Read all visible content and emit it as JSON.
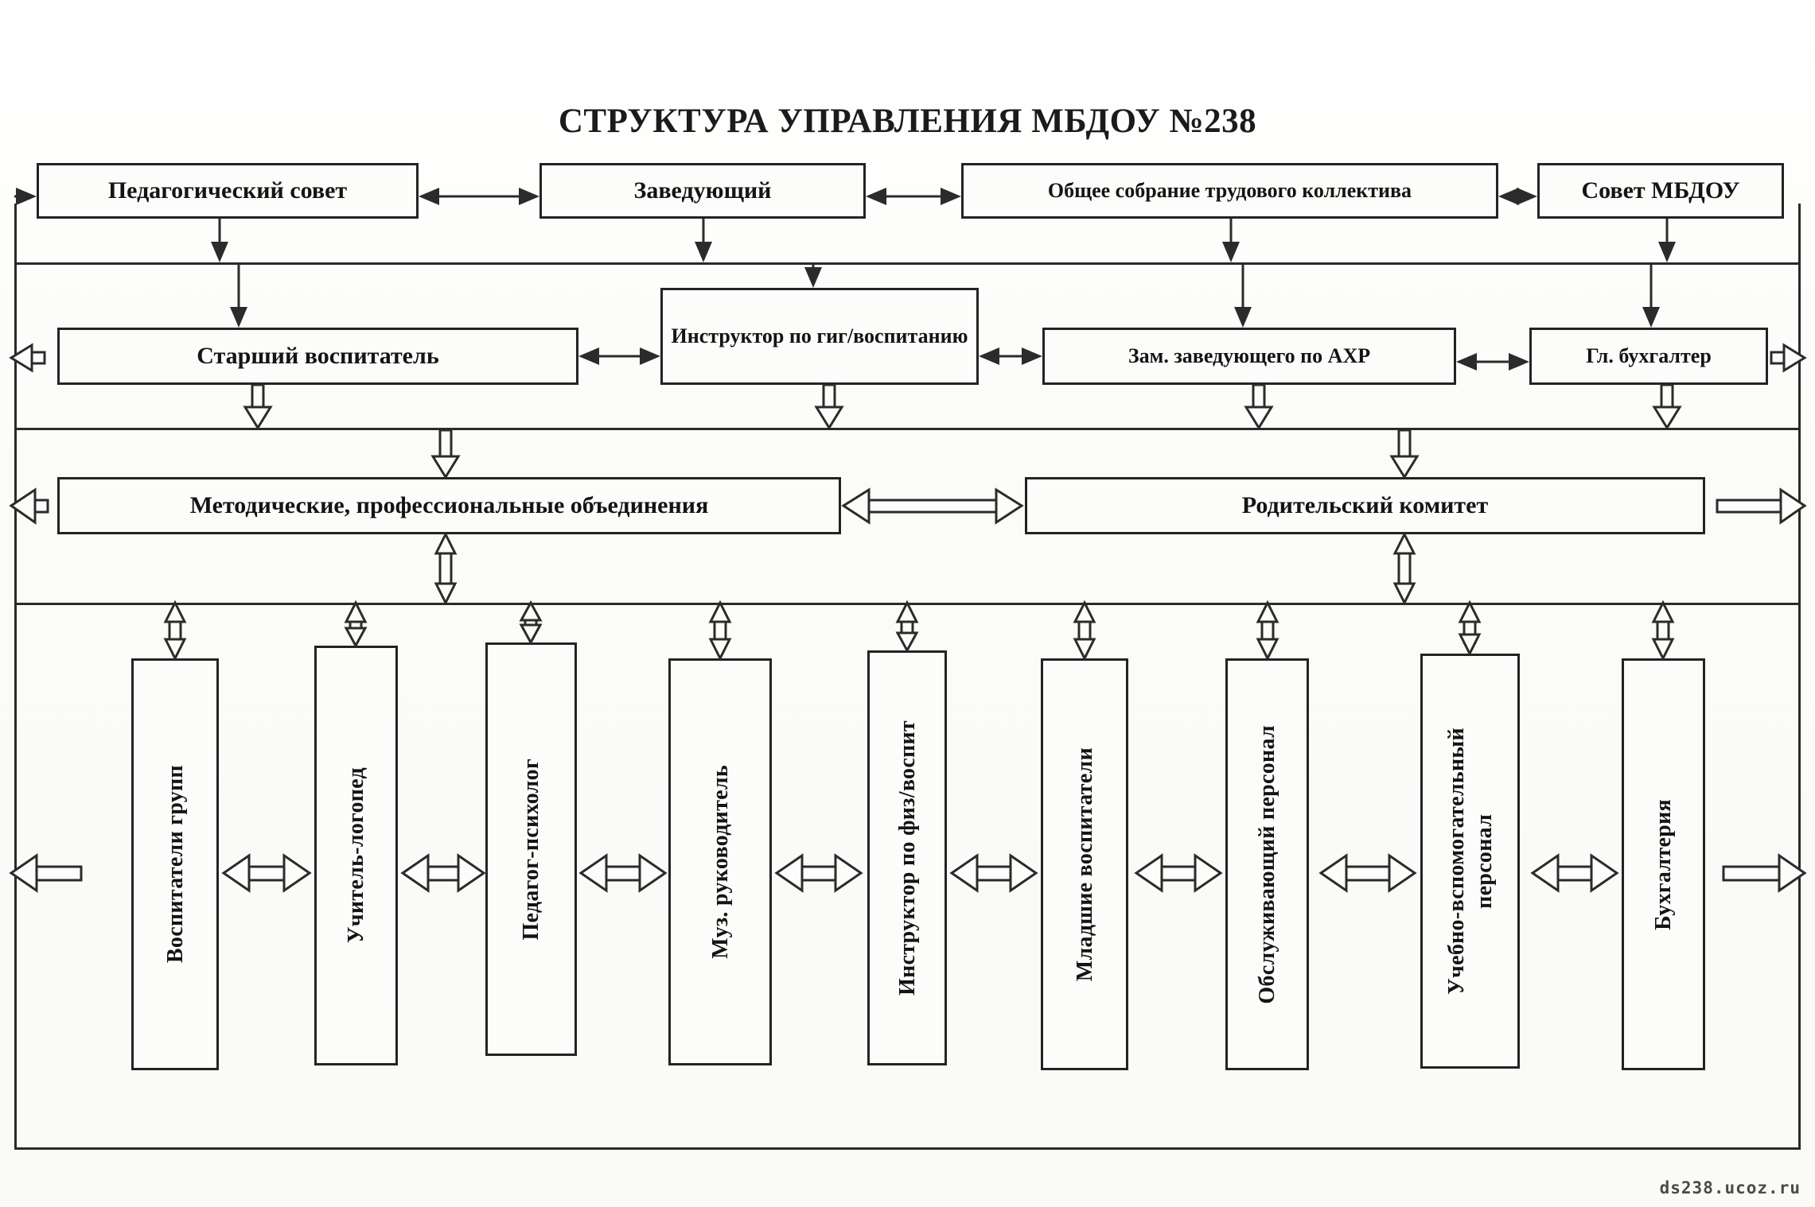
{
  "title": "СТРУКТУРА УПРАВЛЕНИЯ МБДОУ №238",
  "watermark": "ds238.ucoz.ru",
  "chart_data": {
    "type": "diagram",
    "title": "СТРУКТУРА УПРАВЛЕНИЯ МБДОУ №238",
    "layout": "hierarchical organizational chart, 4 levels",
    "levels": [
      {
        "level": 1,
        "nodes": [
          "Педагогический совет",
          "Заведующий",
          "Общее собрание трудового коллектива",
          "Совет МБДОУ"
        ]
      },
      {
        "level": 2,
        "nodes": [
          "Старший воспитатель",
          "Инструктор по гиг/воспитанию",
          "Зам. заведующего по АХР",
          "Гл. бухгалтер"
        ]
      },
      {
        "level": 3,
        "nodes": [
          "Методические, профессиональные объединения",
          "Родительский комитет"
        ]
      },
      {
        "level": 4,
        "nodes": [
          "Воспитатели групп",
          "Учитель-логопед",
          "Педагог-психолог",
          "Муз. руководитель",
          "Инструктор по физ/воспит",
          "Младшие воспитатели",
          "Обслуживающий персонал",
          "Учебно-вспомогательный персонал",
          "Бухгалтерия"
        ]
      }
    ]
  },
  "row1": {
    "pedsovet": "Педагогический совет",
    "zaveduyushchiy": "Заведующий",
    "obshchee_sobranie": "Общее собрание трудового коллектива",
    "sovet_mbdou": "Совет МБДОУ"
  },
  "row2": {
    "starshiy_vospitatel": "Старший воспитатель",
    "instruktor_gig": "Инструктор по гиг/воспитанию",
    "zam_ahr": "Зам. заведующего по АХР",
    "gl_buhgalter": "Гл. бухгалтер"
  },
  "row3": {
    "metodicheskie": "Методические, профессиональные объединения",
    "roditelskiy_komitet": "Родительский комитет"
  },
  "row4": {
    "vospitateli_grupp": "Воспитатели групп",
    "uchitel_logoped": "Учитель-логопед",
    "pedagog_psiholog": "Педагог-психолог",
    "muz_rukovoditel": "Муз. руководитель",
    "instruktor_fiz": "Инструктор по физ/воспит",
    "mladshie_vospitateli": "Младшие воспитатели",
    "obsluzhivayushchiy": "Обслуживающий персонал",
    "uchebno_vspomogatelnyy": "Учебно-вспомогательный\nперсонал",
    "buhgalteriya": "Бухгалтерия"
  }
}
